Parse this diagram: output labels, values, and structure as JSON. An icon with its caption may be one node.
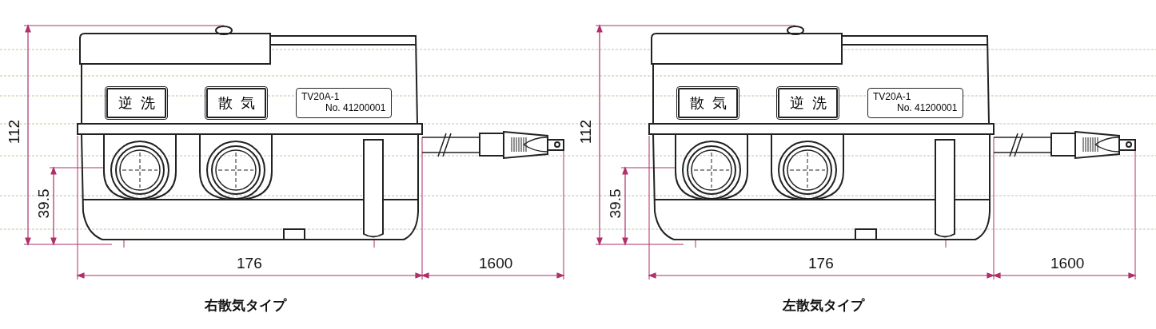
{
  "diagram": {
    "nodes": [
      {
        "text": [
          "逆洗"
        ]
      },
      {
        "text": [
          "散気"
        ]
      },
      {
        "text": [
          "TV20A-1",
          "No. 41200001"
        ]
      },
      {
        "text": [
          "散気"
        ]
      },
      {
        "text": [
          "逆洗"
        ]
      },
      {
        "text": [
          "TV20A-1",
          "No. 41200001"
        ]
      }
    ],
    "labels": [
      "112",
      "39.5",
      "176",
      "1600",
      "右散気タイプ",
      "112",
      "39.5",
      "176",
      "1600",
      "左散気タイプ"
    ]
  }
}
